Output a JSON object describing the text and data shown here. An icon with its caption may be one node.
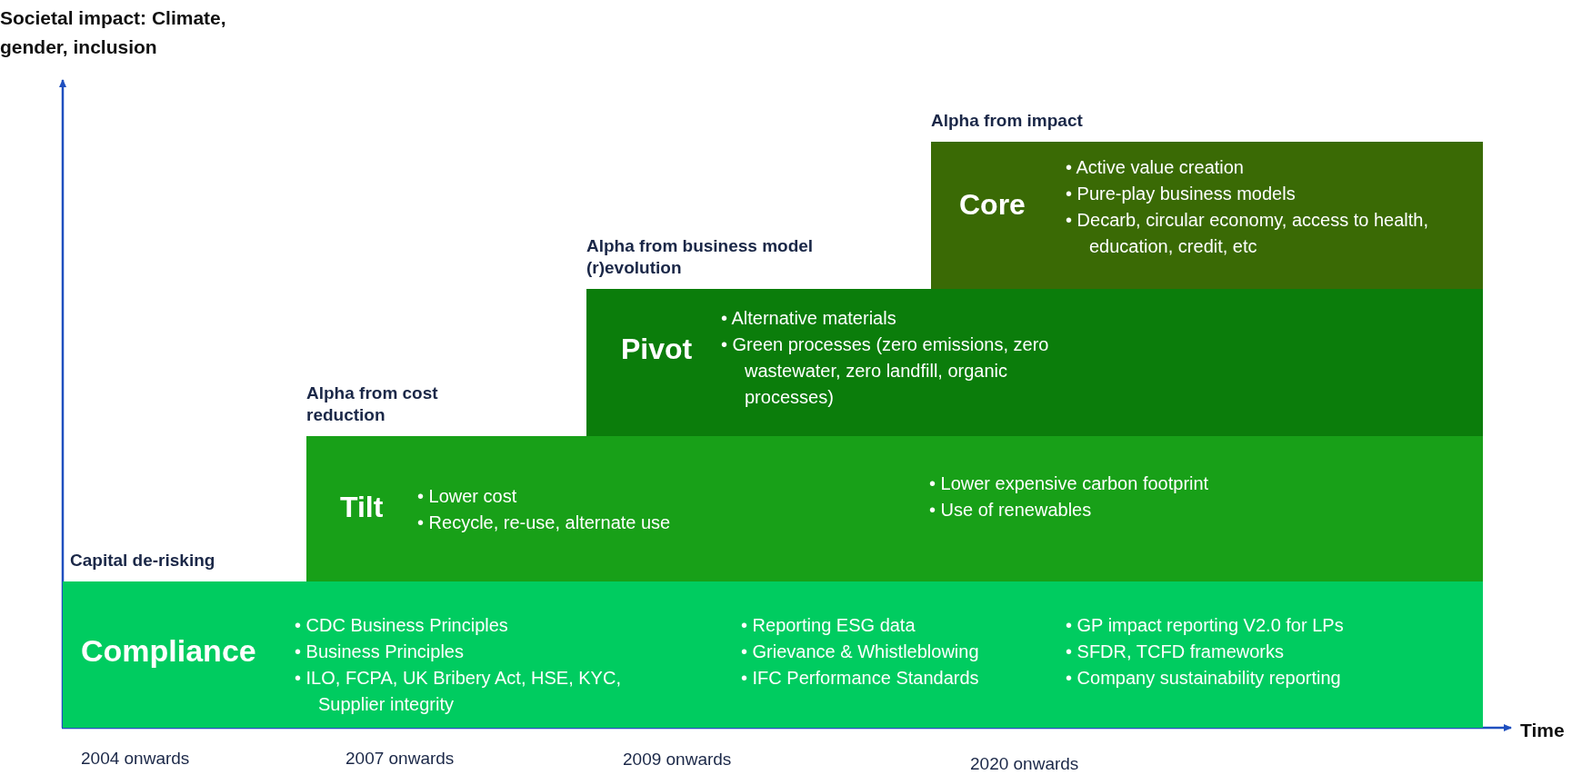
{
  "diagram": {
    "nodes": [
      {
        "text": [
          "Capital de-risking",
          "Compliance",
          "• CDC Business Principles",
          "• Business Principles",
          "• ILO, FCPA, UK Bribery Act, HSE, KYC, Supplier integrity",
          "• Reporting ESG data",
          "• Grievance & Whistleblowing",
          "• IFC Performance Standards",
          "• GP impact reporting V2.0 for LPs",
          "• SFDR, TCFD frameworks",
          "• Company sustainability reporting"
        ]
      },
      {
        "text": [
          "Alpha from cost reduction",
          "Tilt",
          "• Lower cost",
          "• Recycle, re-use, alternate use",
          "• Lower expensive carbon footprint",
          "• Use of renewables"
        ]
      },
      {
        "text": [
          "Alpha from business model (r)evolution",
          "Pivot",
          "• Alternative materials",
          "• Green processes (zero emissions, zero wastewater, zero landfill, organic processes)"
        ]
      },
      {
        "text": [
          "Alpha from impact",
          "Core",
          "• Active value creation",
          "• Pure-play business models",
          "• Decarb, circular economy, access to health, education, credit, etc"
        ]
      }
    ],
    "labels": [
      "Societal impact: Climate, gender, inclusion",
      "Time",
      "2004 onwards",
      "2007 onwards",
      "2009 onwards",
      "2020 onwards"
    ]
  }
}
